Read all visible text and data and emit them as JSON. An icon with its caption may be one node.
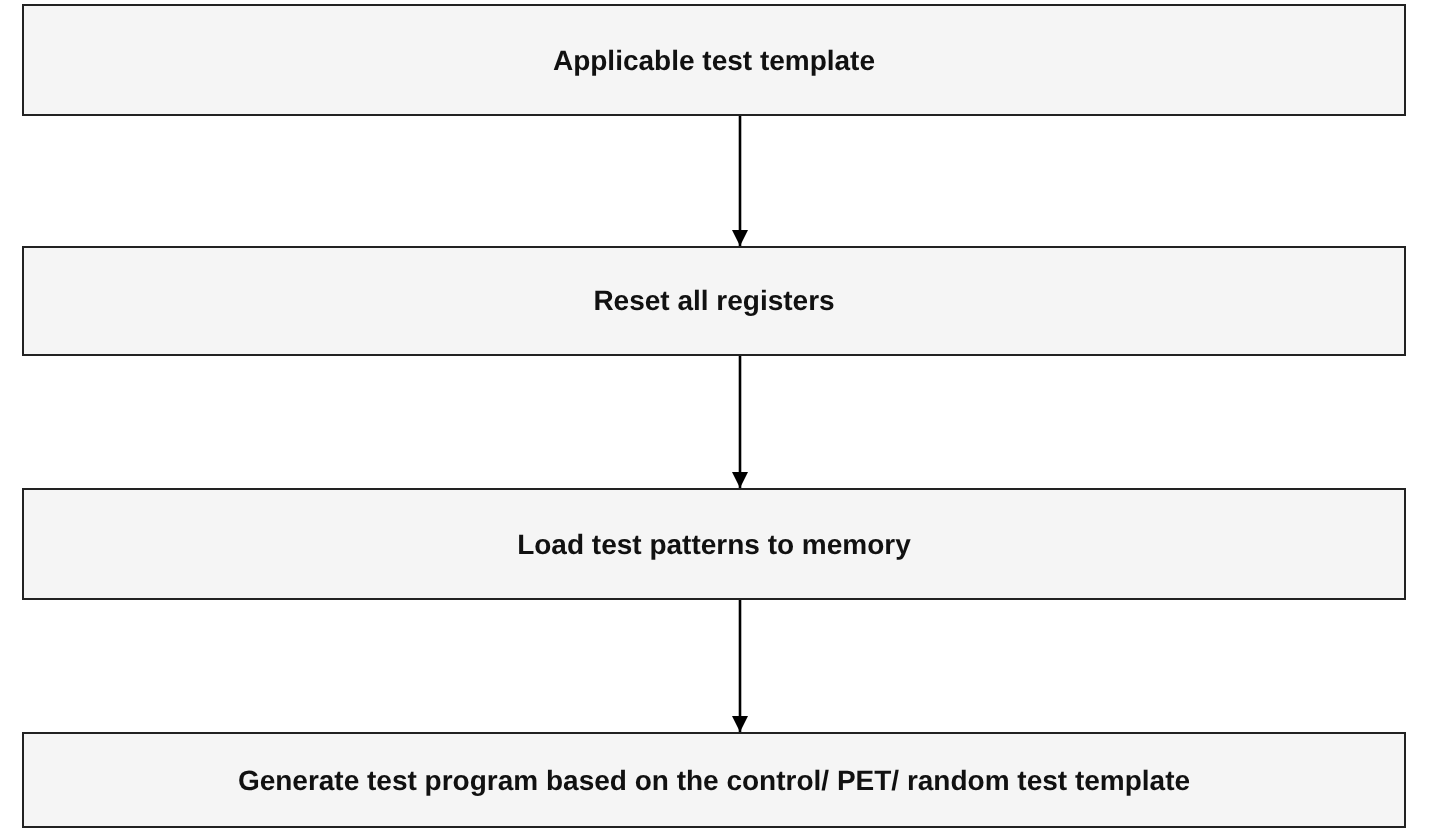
{
  "diagram": {
    "nodes": [
      {
        "text": [
          "Applicable test template"
        ]
      },
      {
        "text": [
          "Reset all registers"
        ]
      },
      {
        "text": [
          "Load test patterns to memory"
        ]
      },
      {
        "text": [
          "Generate test program based on the control/ PET/ random test template"
        ]
      }
    ],
    "edges": [
      {
        "from": 0,
        "to": 1,
        "arrow": "to"
      },
      {
        "from": 1,
        "to": 2,
        "arrow": "to"
      },
      {
        "from": 2,
        "to": 3,
        "arrow": "to"
      }
    ]
  }
}
